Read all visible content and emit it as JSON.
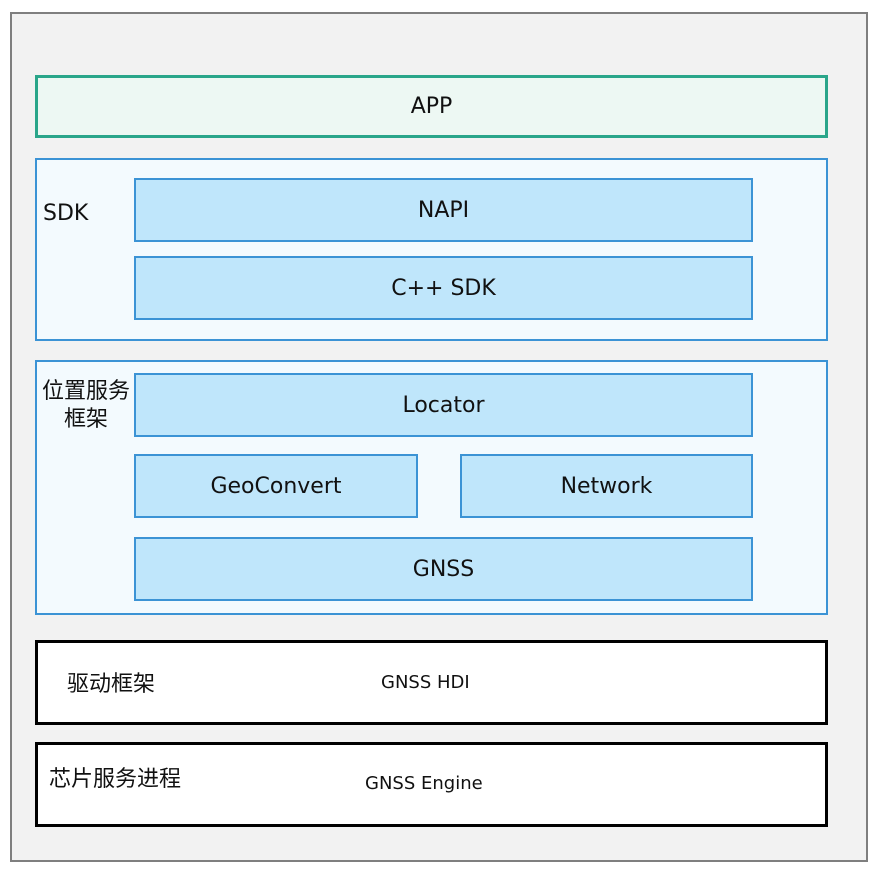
{
  "app": {
    "label": "APP"
  },
  "sdk_layer": {
    "label": "SDK",
    "napi": "NAPI",
    "cpp_sdk": "C++ SDK"
  },
  "location_framework": {
    "label_line1": "位置服务",
    "label_line2": "框架",
    "locator": "Locator",
    "geoconvert": "GeoConvert",
    "network": "Network",
    "gnss": "GNSS"
  },
  "driver_framework": {
    "label": "驱动框架",
    "component": "GNSS HDI"
  },
  "chip_service": {
    "label": "芯片服务进程",
    "component": "GNSS Engine"
  },
  "colors": {
    "app_border": "#2aa68a",
    "app_fill": "#edf8f3",
    "layer_border": "#3b93d5",
    "layer_fill": "#f3fafe",
    "component_fill": "#bfe6fb",
    "outer_frame": "#f2f2f2"
  }
}
